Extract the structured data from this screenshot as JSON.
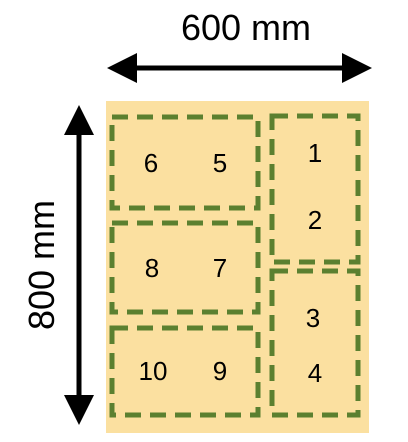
{
  "colors": {
    "board": "#FBE0A0",
    "dash": "#5B8030",
    "arrow": "#000000",
    "text": "#000000"
  },
  "dimensions": {
    "width_label": "600 mm",
    "height_label": "800 mm"
  },
  "cells": [
    {
      "label": "1"
    },
    {
      "label": "2"
    },
    {
      "label": "3"
    },
    {
      "label": "4"
    },
    {
      "label": "5"
    },
    {
      "label": "6"
    },
    {
      "label": "7"
    },
    {
      "label": "8"
    },
    {
      "label": "9"
    },
    {
      "label": "10"
    }
  ]
}
